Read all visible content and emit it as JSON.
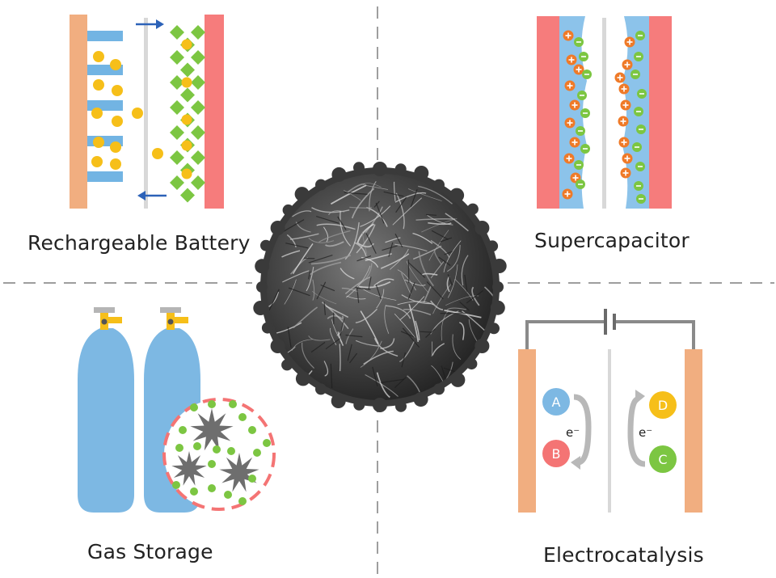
{
  "panels": {
    "battery": {
      "caption": "Rechargeable Battery"
    },
    "supercapacitor": {
      "caption": "Supercapacitor"
    },
    "gas_storage": {
      "caption": "Gas Storage"
    },
    "electrocatalysis": {
      "caption": "Electrocatalysis",
      "species_left": [
        "A",
        "B"
      ],
      "species_right": [
        "D",
        "C"
      ],
      "electron_label_left": "e⁻",
      "electron_label_right": "e⁻"
    }
  },
  "colors": {
    "current_collector_left": "#f1ae80",
    "current_collector_right": "#f67c7c",
    "separator": "#d8d8d8",
    "layer_blue": "#72b4e3",
    "ion_yellow": "#f6bf19",
    "host_green": "#7cc642",
    "arrow_blue": "#2c62b8",
    "electrolyte_blue": "#8cc3ea",
    "cation_orange": "#ef7a28",
    "anion_green": "#7cc642",
    "cylinder_blue": "#7db8e3",
    "valve_gray": "#b5b5b5",
    "valve_yellow": "#f6bf19",
    "dash_red": "#f47474",
    "star_gray": "#6e6e6e",
    "wire_gray": "#8a8a8a",
    "species_a": "#7db8e3",
    "species_b": "#f47474",
    "species_c": "#7cc642",
    "species_d": "#f6bf19",
    "divider_gray": "#9e9e9e",
    "sphere_dark": "#3a3a3a"
  },
  "icons": {
    "center": "nanoflower-sphere-icon",
    "battery": "battery-cell-icon",
    "supercapacitor": "double-layer-capacitor-icon",
    "gas": "gas-cylinder-icon",
    "electrocatalysis": "electrolysis-cell-icon"
  }
}
